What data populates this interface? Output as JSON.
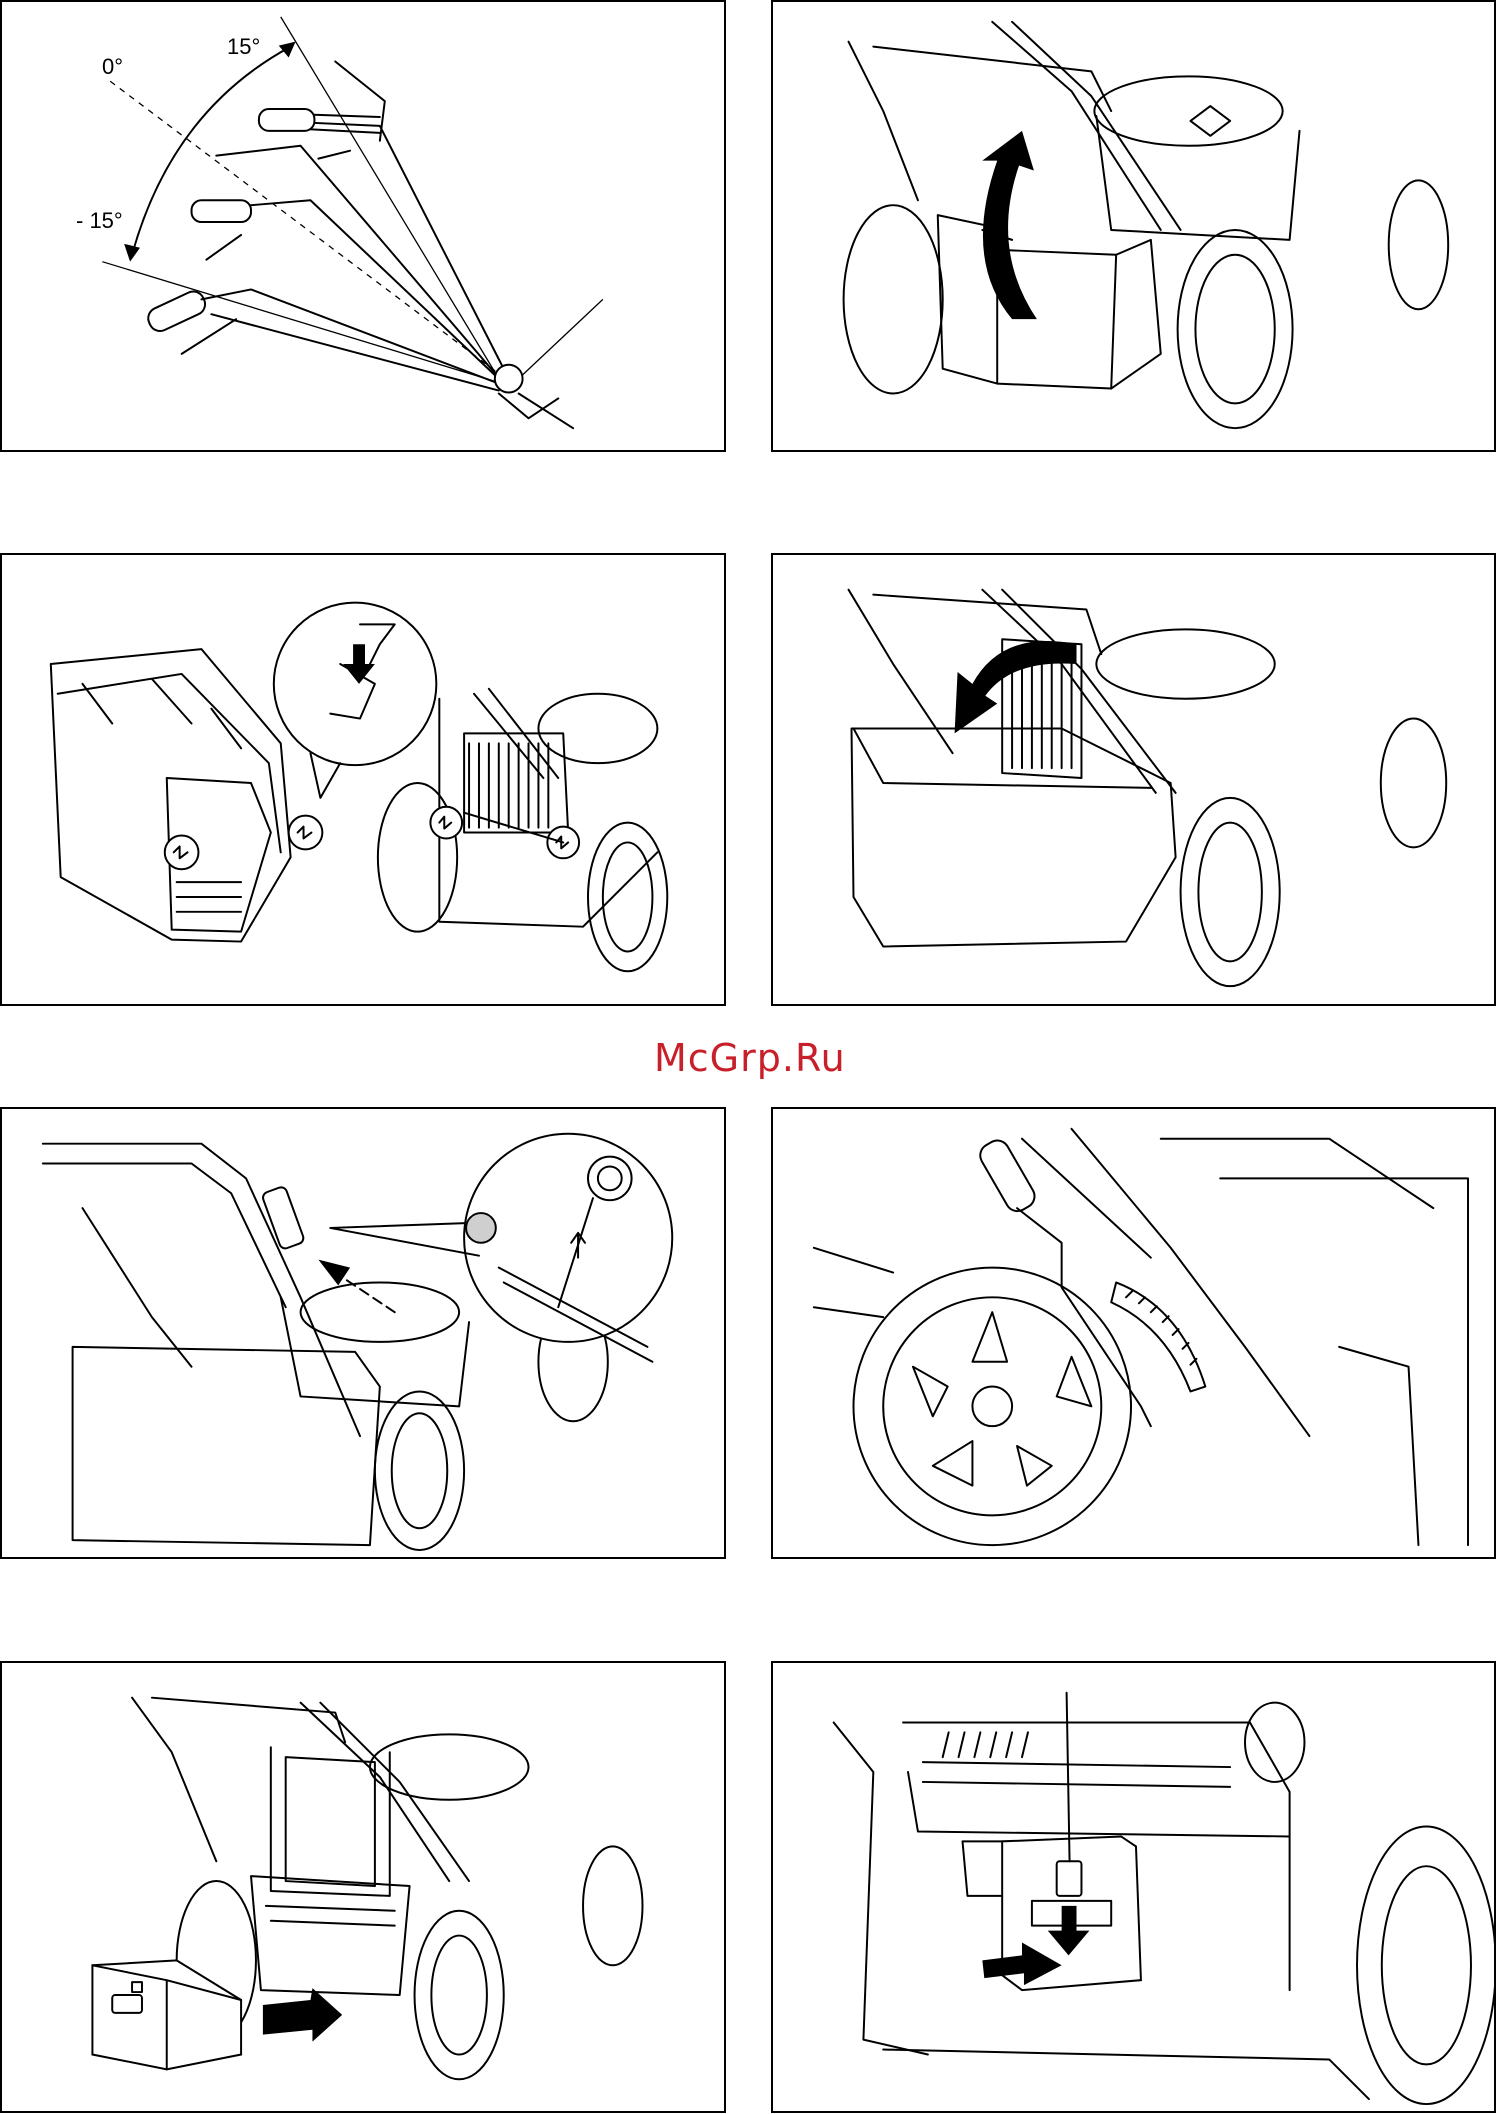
{
  "watermark": "McGrp.Ru",
  "figures": {
    "handle_angle": {
      "angle_labels": [
        "15°",
        "0°",
        "- 15°"
      ]
    }
  },
  "colors": {
    "watermark": "#c8202a",
    "line": "#000000",
    "background": "#ffffff"
  }
}
